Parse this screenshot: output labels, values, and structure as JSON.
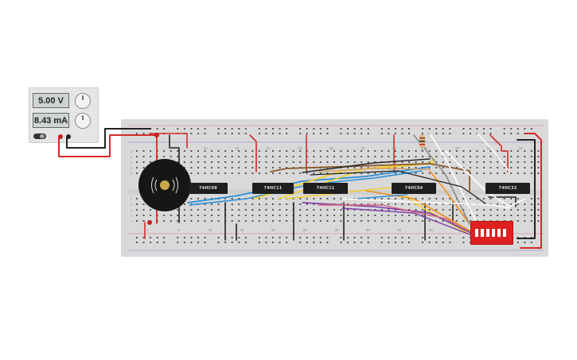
{
  "power_supply": {
    "voltage": "5.00 V",
    "current": "8.43 mA",
    "indicators": [
      "+",
      "-",
      "+",
      "-"
    ]
  },
  "chips": [
    {
      "label": "74HC08"
    },
    {
      "label": "74HC11"
    },
    {
      "label": "74HC11"
    },
    {
      "label": "74HC04"
    },
    {
      "label": "74HC32"
    }
  ],
  "board": {
    "column_numbers": [
      "10",
      "15",
      "20",
      "25",
      "30",
      "35",
      "40",
      "45",
      "50",
      "55",
      "60"
    ],
    "bottom_numbers": [
      "1",
      "5",
      "10",
      "15",
      "20",
      "25",
      "30",
      "35",
      "40",
      "45",
      "50"
    ],
    "row_letters_top": [
      "A",
      "B",
      "C",
      "D",
      "E"
    ],
    "row_letters_bottom": [
      "F",
      "G",
      "H",
      "I",
      "J"
    ]
  },
  "dip_switch": {
    "positions": 6
  },
  "colors": {
    "red": "#d42a2a",
    "black": "#222222",
    "blue": "#2b8fd6",
    "yellow": "#f2cf2c",
    "orange": "#f28f1c",
    "brown": "#8a5a2b",
    "purple": "#7c3aa8",
    "white": "#ffffff",
    "gray": "#8c8c8c",
    "board": "#d9d9d9",
    "chip": "#1e1e1e"
  }
}
